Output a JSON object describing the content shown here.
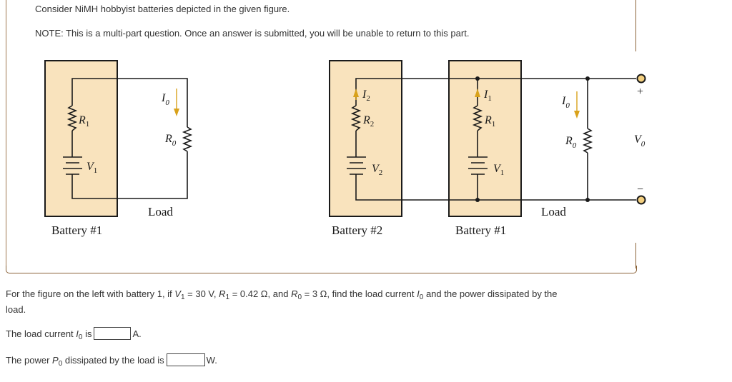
{
  "intro": {
    "line1": "Consider NiMH hobbyist batteries depicted in the given figure.",
    "line2": "NOTE: This is a multi-part question. Once an answer is submitted, you will be unable to return to this part."
  },
  "figure": {
    "colors": {
      "battery_fill": "#f9e3bd",
      "wire": "#1a1a1a",
      "current_arrow": "#d9a21b",
      "terminal_fill": "#f3cf7f"
    },
    "left_circuit": {
      "battery_label": "Battery #1",
      "resistor_label": "R",
      "resistor_sub": "1",
      "source_label": "V",
      "source_sub": "1",
      "current_label": "I",
      "current_sub": "0",
      "load_resistor_label": "R",
      "load_resistor_sub": "0",
      "load_label": "Load"
    },
    "right_circuit": {
      "battery2_label": "Battery #2",
      "battery1_label": "Battery #1",
      "b2_current_label": "I",
      "b2_current_sub": "2",
      "b2_resistor_label": "R",
      "b2_resistor_sub": "2",
      "b2_source_label": "V",
      "b2_source_sub": "2",
      "b1_current_label": "I",
      "b1_current_sub": "1",
      "b1_resistor_label": "R",
      "b1_resistor_sub": "1",
      "b1_source_label": "V",
      "b1_source_sub": "1",
      "load_current_label": "I",
      "load_current_sub": "0",
      "load_resistor_label": "R",
      "load_resistor_sub": "0",
      "load_label": "Load",
      "output_label": "V",
      "output_sub": "0",
      "plus_sign": "+",
      "minus_sign": "−"
    }
  },
  "question": {
    "part1": "For the figure on the left with battery 1, if ",
    "v1_sym": "V",
    "v1_sub": "1",
    "v1_val": " = 30 V, ",
    "r1_sym": "R",
    "r1_sub": "1",
    "r1_val": " = 0.42 Ω, and ",
    "r0_sym": "R",
    "r0_sub": "0",
    "r0_val": " = 3 Ω, find the load current ",
    "i0_sym": "I",
    "i0_sub": "0",
    "tail": " and the power dissipated by the",
    "line2": "load."
  },
  "answers": {
    "current": {
      "prefix": "The load current ",
      "sym": "I",
      "sub": "0",
      "mid": " is",
      "value": "",
      "unit": "A."
    },
    "power": {
      "prefix": "The power ",
      "sym": "P",
      "sub": "0",
      "mid": " dissipated by the load is",
      "value": "",
      "unit": "W."
    }
  }
}
